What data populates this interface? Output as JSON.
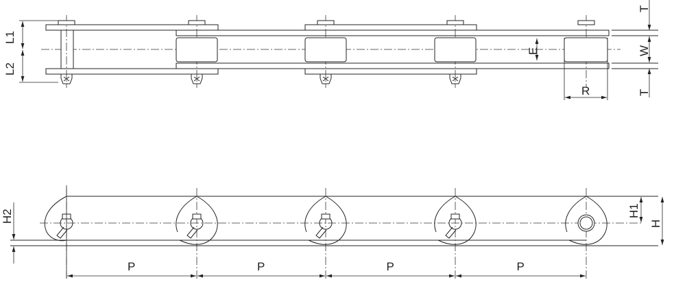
{
  "top_view": {
    "labels": {
      "l1": "L1",
      "l2": "L2",
      "t_top": "T",
      "t_bottom": "T",
      "w": "W",
      "e": "E",
      "r": "R"
    }
  },
  "side_view": {
    "labels": {
      "h2": "H2",
      "h1": "H1",
      "h": "H",
      "pitch": [
        "P",
        "P",
        "P",
        "P"
      ]
    }
  }
}
